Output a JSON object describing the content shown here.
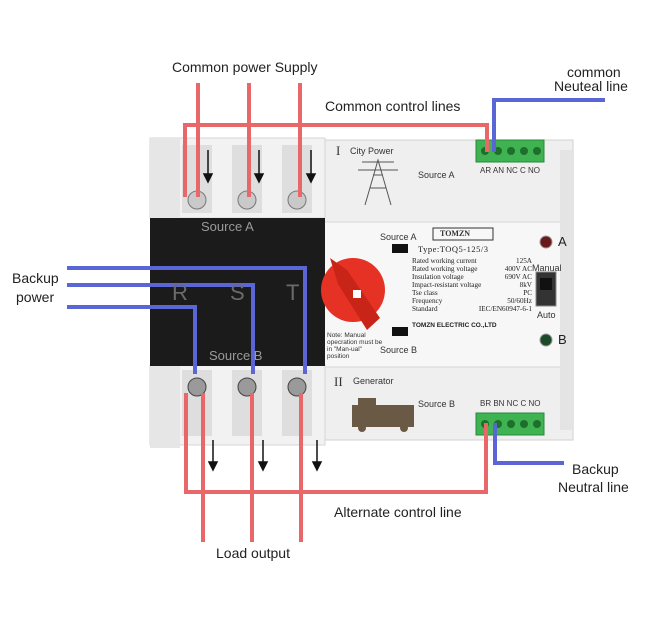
{
  "labels": {
    "common_power_supply": "Common power Supply",
    "common_control_lines": "Common control lines",
    "common_neutral_1": "common",
    "common_neutral_2": "Neuteal line",
    "backup_power_1": "Backup",
    "backup_power_2": "power",
    "backup_neutral_1": "Backup",
    "backup_neutral_2": "Neutral line",
    "alternate_control_line": "Alternate control line",
    "load_output": "Load output"
  },
  "device": {
    "city_power": "City Power",
    "source_a": "Source A",
    "source_b": "Source B",
    "generator": "Generator",
    "terminals_top": "AR AN NC C NO",
    "terminals_bottom": "BR BN NC C NO",
    "brand": "TOMZN",
    "indicator_a": "A",
    "indicator_b": "B",
    "manual": "Manual",
    "auto": "Auto",
    "phase_r": "R",
    "phase_s": "S",
    "phase_t": "T",
    "roman_1": "I",
    "roman_2": "II",
    "note": "Note: Manual opecration must be in \"Man-ual\" position",
    "company": "TOMZN ELECTRIC CO.,LTD",
    "type_line": "Type:TOQ5-125/3"
  },
  "specs": [
    {
      "label": "Rated working current",
      "value": "125A"
    },
    {
      "label": "Rated working voltage",
      "value": "400V AC"
    },
    {
      "label": "Insulation voltage",
      "value": "690V AC"
    },
    {
      "label": "Impact-resistant voltage",
      "value": "8kV"
    },
    {
      "label": "Tse class",
      "value": "PC"
    },
    {
      "label": "Frequency",
      "value": "50/60Hz"
    },
    {
      "label": "Standard",
      "value": "IEC/EN60947-6-1"
    }
  ],
  "colors": {
    "red_wire": "#e8686a",
    "blue_wire": "#5a66d6",
    "terminal_green": "#3fb352",
    "device_body": "#eeeeee",
    "black_block": "#1b1b1b",
    "knob_red": "#e53225"
  }
}
